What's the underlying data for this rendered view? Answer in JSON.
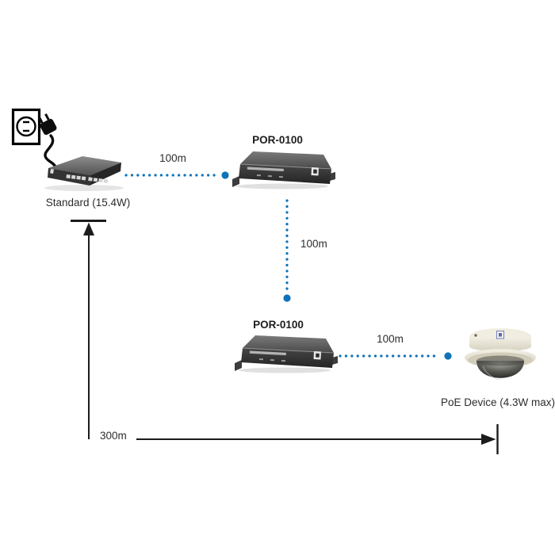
{
  "diagram": {
    "type": "network-topology",
    "description": "PoE repeater chain extending power over Ethernet distance",
    "nodes": [
      {
        "id": "power-source-switch",
        "label": "Standard (15.4W)"
      },
      {
        "id": "repeater-1",
        "label": "POR-0100"
      },
      {
        "id": "repeater-2",
        "label": "POR-0100"
      },
      {
        "id": "poe-camera",
        "label": "PoE Device (4.3W max)"
      }
    ],
    "connections": [
      {
        "from": "power-source-switch",
        "to": "repeater-1",
        "label": "100m",
        "orientation": "horizontal"
      },
      {
        "from": "repeater-1",
        "to": "repeater-2",
        "label": "100m",
        "orientation": "vertical"
      },
      {
        "from": "repeater-2",
        "to": "poe-camera",
        "label": "100m",
        "orientation": "horizontal"
      }
    ],
    "total_distance": {
      "label": "300m"
    }
  },
  "colors": {
    "dot-blue": "#0e73ba",
    "line-dark": "#1c1c1c",
    "text-dark": "#2d2d2d"
  }
}
